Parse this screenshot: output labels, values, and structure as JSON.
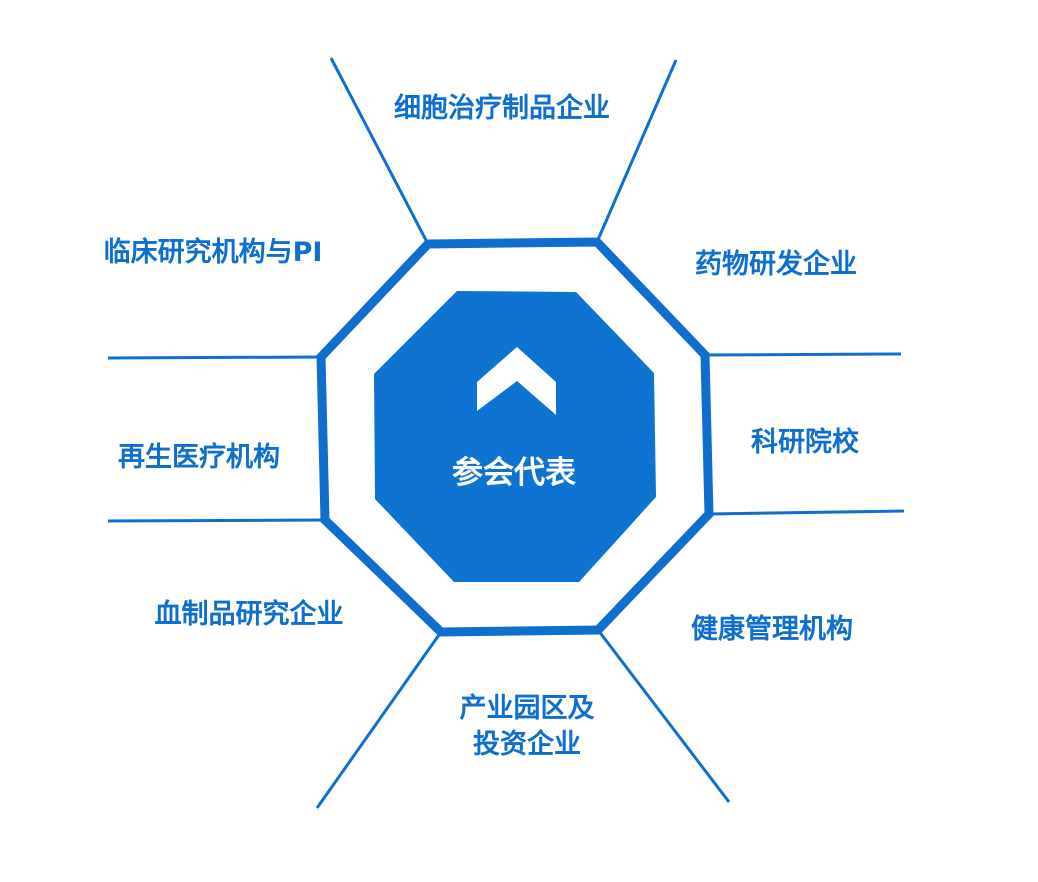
{
  "center": {
    "label": "参会代表",
    "icon": "chevron-up-icon"
  },
  "segments": {
    "top": "细胞治疗制品企业",
    "top_right": "药物研发企业",
    "right": "科研院校",
    "bottom_right": "健康管理机构",
    "bottom_line1": "产业园区及",
    "bottom_line2": "投资企业",
    "bottom_left": "血制品研究企业",
    "left": "再生医疗机构",
    "top_left": "临床研究机构与PI"
  },
  "colors": {
    "accent": "#0f6fcf",
    "center_fill": "#0f73d2",
    "background": "#ffffff"
  }
}
